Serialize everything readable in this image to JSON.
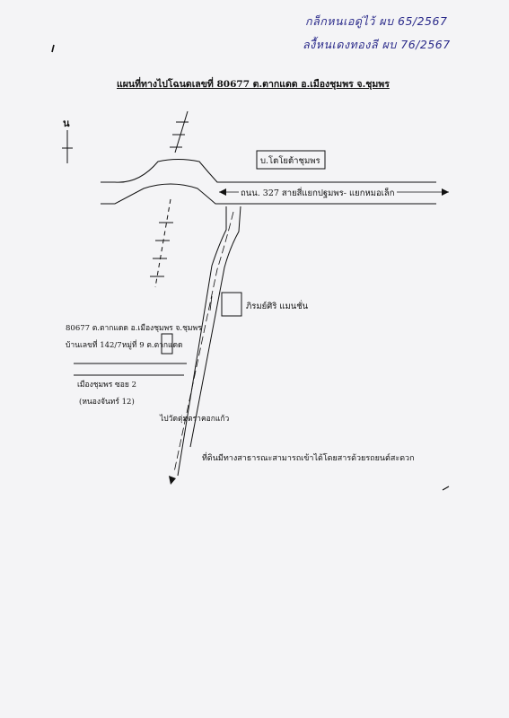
{
  "annotations": {
    "line1": "กล็กหนเอดู่ไว้ ผบ 65/2567",
    "line2": "ลงื้หนเดงทองลี ผบ 76/2567"
  },
  "title": "แผนที่ทางไปโฉนดเลขที่ 80677 ต.ตากแดด อ.เมืองชุมพร จ.ชุมพร",
  "north_label": "น",
  "toyota_label": "บ.โตโยต้าชุมพร",
  "highway_label": "ถนน. 327 สายสี่แยกปฐมพร- แยกหมอเล็ก",
  "mansion_label": "ภิรมย์ศิริ แมนชั่น",
  "parcel_line1": "80677 ต.ตากแดด อ.เมืองชุมพร จ.ชุมพร",
  "parcel_line2_a": "บ้านเลขที่ 142/7",
  "parcel_line2_b": "หมู่ที่ 9",
  "parcel_line2_c": "ต.ตากแดด",
  "soi_label": "เมืองชุมพร ซอย 2",
  "soi_alt_label": "(หนองจันทร์ 12)",
  "direction_label": "ไปวัดตุ่มตราคอกแก้ว",
  "access_note": "ที่ดินมีทางสาธารณะสามารถเข้าได้โดยสารด้วยรถยนต์สะดวก"
}
